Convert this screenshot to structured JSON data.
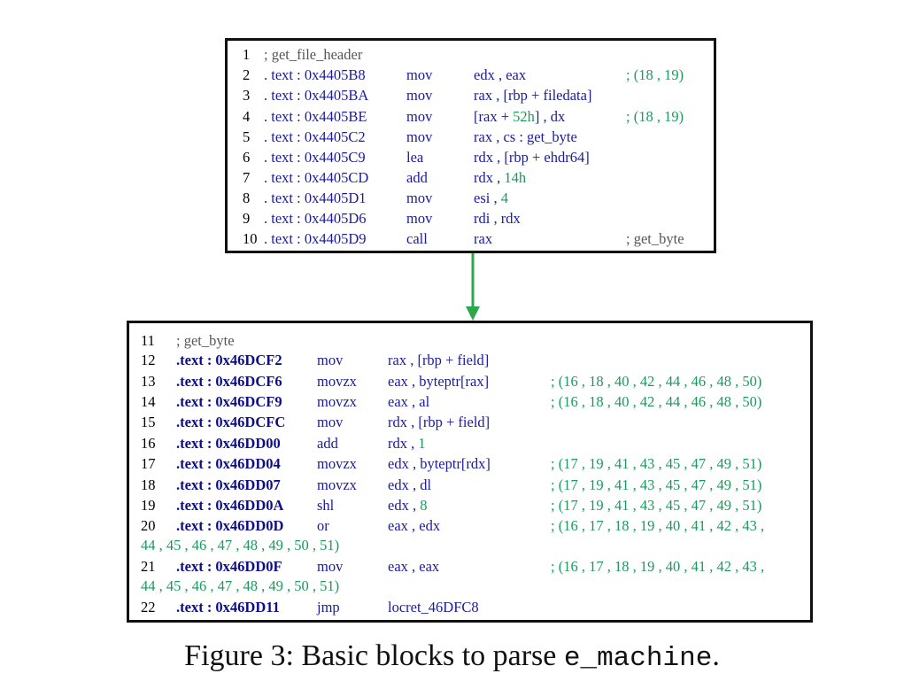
{
  "top_block": {
    "lines": [
      {
        "n": "1",
        "addr": "; get_file_header",
        "op": "",
        "args": "",
        "cmt": ""
      },
      {
        "n": "2",
        "addr": ". text : 0x4405B8",
        "op": "mov",
        "args": "edx , eax",
        "cmt": "; (18 , 19)"
      },
      {
        "n": "3",
        "addr": ". text : 0x4405BA",
        "op": "mov",
        "args": "rax , [rbp + filedata]",
        "cmt": ""
      },
      {
        "n": "4",
        "addr": ". text : 0x4405BE",
        "op": "mov",
        "args": "[rax + 52h] , dx",
        "cmt": "; (18 , 19)"
      },
      {
        "n": "5",
        "addr": ". text : 0x4405C2",
        "op": "mov",
        "args": "rax , cs : get_byte",
        "cmt": ""
      },
      {
        "n": "6",
        "addr": ". text : 0x4405C9",
        "op": "lea",
        "args": "rdx , [rbp + ehdr64]",
        "cmt": ""
      },
      {
        "n": "7",
        "addr": ". text : 0x4405CD",
        "op": "add",
        "args": "rdx , 14h",
        "cmt": ""
      },
      {
        "n": "8",
        "addr": ". text : 0x4405D1",
        "op": "mov",
        "args": "esi , 4",
        "cmt": ""
      },
      {
        "n": "9",
        "addr": ". text : 0x4405D6",
        "op": "mov",
        "args": "rdi , rdx",
        "cmt": ""
      },
      {
        "n": "10",
        "addr": ". text : 0x4405D9",
        "op": "call",
        "args": "rax",
        "cmt": "; get_byte"
      }
    ]
  },
  "bottom_block": {
    "lines": [
      {
        "n": "11",
        "addr": "; get_byte",
        "op": "",
        "args": "",
        "cmt": ""
      },
      {
        "n": "12",
        "addr": ".text : 0x46DCF2",
        "op": "mov",
        "args": "rax , [rbp + field]",
        "cmt": ""
      },
      {
        "n": "13",
        "addr": ".text : 0x46DCF6",
        "op": "movzx",
        "args": "eax , byteptr[rax]",
        "cmt": "; (16 , 18 , 40 , 42 , 44 , 46 , 48 , 50)"
      },
      {
        "n": "14",
        "addr": ".text : 0x46DCF9",
        "op": "movzx",
        "args": "eax , al",
        "cmt": "; (16 , 18 , 40 , 42 , 44 , 46 , 48 , 50)"
      },
      {
        "n": "15",
        "addr": ".text : 0x46DCFC",
        "op": "mov",
        "args": "rdx , [rbp + field]",
        "cmt": ""
      },
      {
        "n": "16",
        "addr": ".text : 0x46DD00",
        "op": "add",
        "args": "rdx , 1",
        "cmt": ""
      },
      {
        "n": "17",
        "addr": ".text : 0x46DD04",
        "op": "movzx",
        "args": "edx , byteptr[rdx]",
        "cmt": "; (17 , 19 , 41 , 43 , 45 , 47 , 49 , 51)"
      },
      {
        "n": "18",
        "addr": ".text : 0x46DD07",
        "op": "movzx",
        "args": "edx , dl",
        "cmt": "; (17 , 19 , 41 , 43 , 45 , 47 , 49 , 51)"
      },
      {
        "n": "19",
        "addr": ".text : 0x46DD0A",
        "op": "shl",
        "args": "edx , 8",
        "cmt": "; (17 , 19 , 41 , 43 , 45 , 47 , 49 , 51)"
      },
      {
        "n": "20",
        "addr": ".text : 0x46DD0D",
        "op": "or",
        "args": "eax , edx",
        "cmt": "; (16 , 17 , 18 , 19 , 40 , 41 , 42 , 43 ,"
      },
      {
        "n": "",
        "addr": "",
        "op": "",
        "args": "",
        "cmt": "",
        "wrap": "44 , 45 , 46 , 47 , 48 , 49 , 50 , 51)"
      },
      {
        "n": "21",
        "addr": ".text : 0x46DD0F",
        "op": "mov",
        "args": "eax , eax",
        "cmt": "; (16 , 17 , 18 , 19 , 40 , 41 , 42 , 43 ,"
      },
      {
        "n": "",
        "addr": "",
        "op": "",
        "args": "",
        "cmt": "",
        "wrap": "44 , 45 , 46 , 47 , 48 , 49 , 50 , 51)"
      },
      {
        "n": "22",
        "addr": ".text : 0x46DD11",
        "op": "jmp",
        "args": "locret_46DFC8",
        "cmt": ""
      }
    ]
  },
  "caption": {
    "prefix": "Figure 3: Basic blocks to parse ",
    "code": "e_machine",
    "suffix": "."
  },
  "colors": {
    "arrow": "#2aa84a",
    "text_blue": "#1b1b9e",
    "number_green": "#1a9a5c"
  }
}
